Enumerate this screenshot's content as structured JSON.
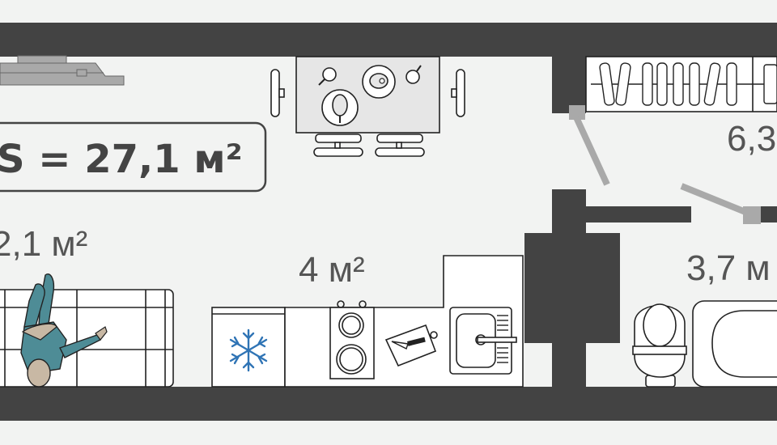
{
  "plan": {
    "total_area": "S = 27,1 м²",
    "rooms": {
      "living": "2,1 м²",
      "kitchen": "4 м²",
      "storage": "6,3",
      "bathroom": "3,7 м"
    }
  },
  "colors": {
    "wall": "#434343",
    "floor": "#f2f3f2",
    "door": "#a9a9a9",
    "person_clothes": "#4e8c96",
    "snowflake": "#2f74b5"
  },
  "icons": [
    "tv-icon",
    "dining-table-icon",
    "sofa-icon",
    "person-icon",
    "fridge-snowflake-icon",
    "stove-icon",
    "cutting-board-icon",
    "sink-icon",
    "wardrobe-icon",
    "toilet-icon",
    "bathtub-icon"
  ]
}
